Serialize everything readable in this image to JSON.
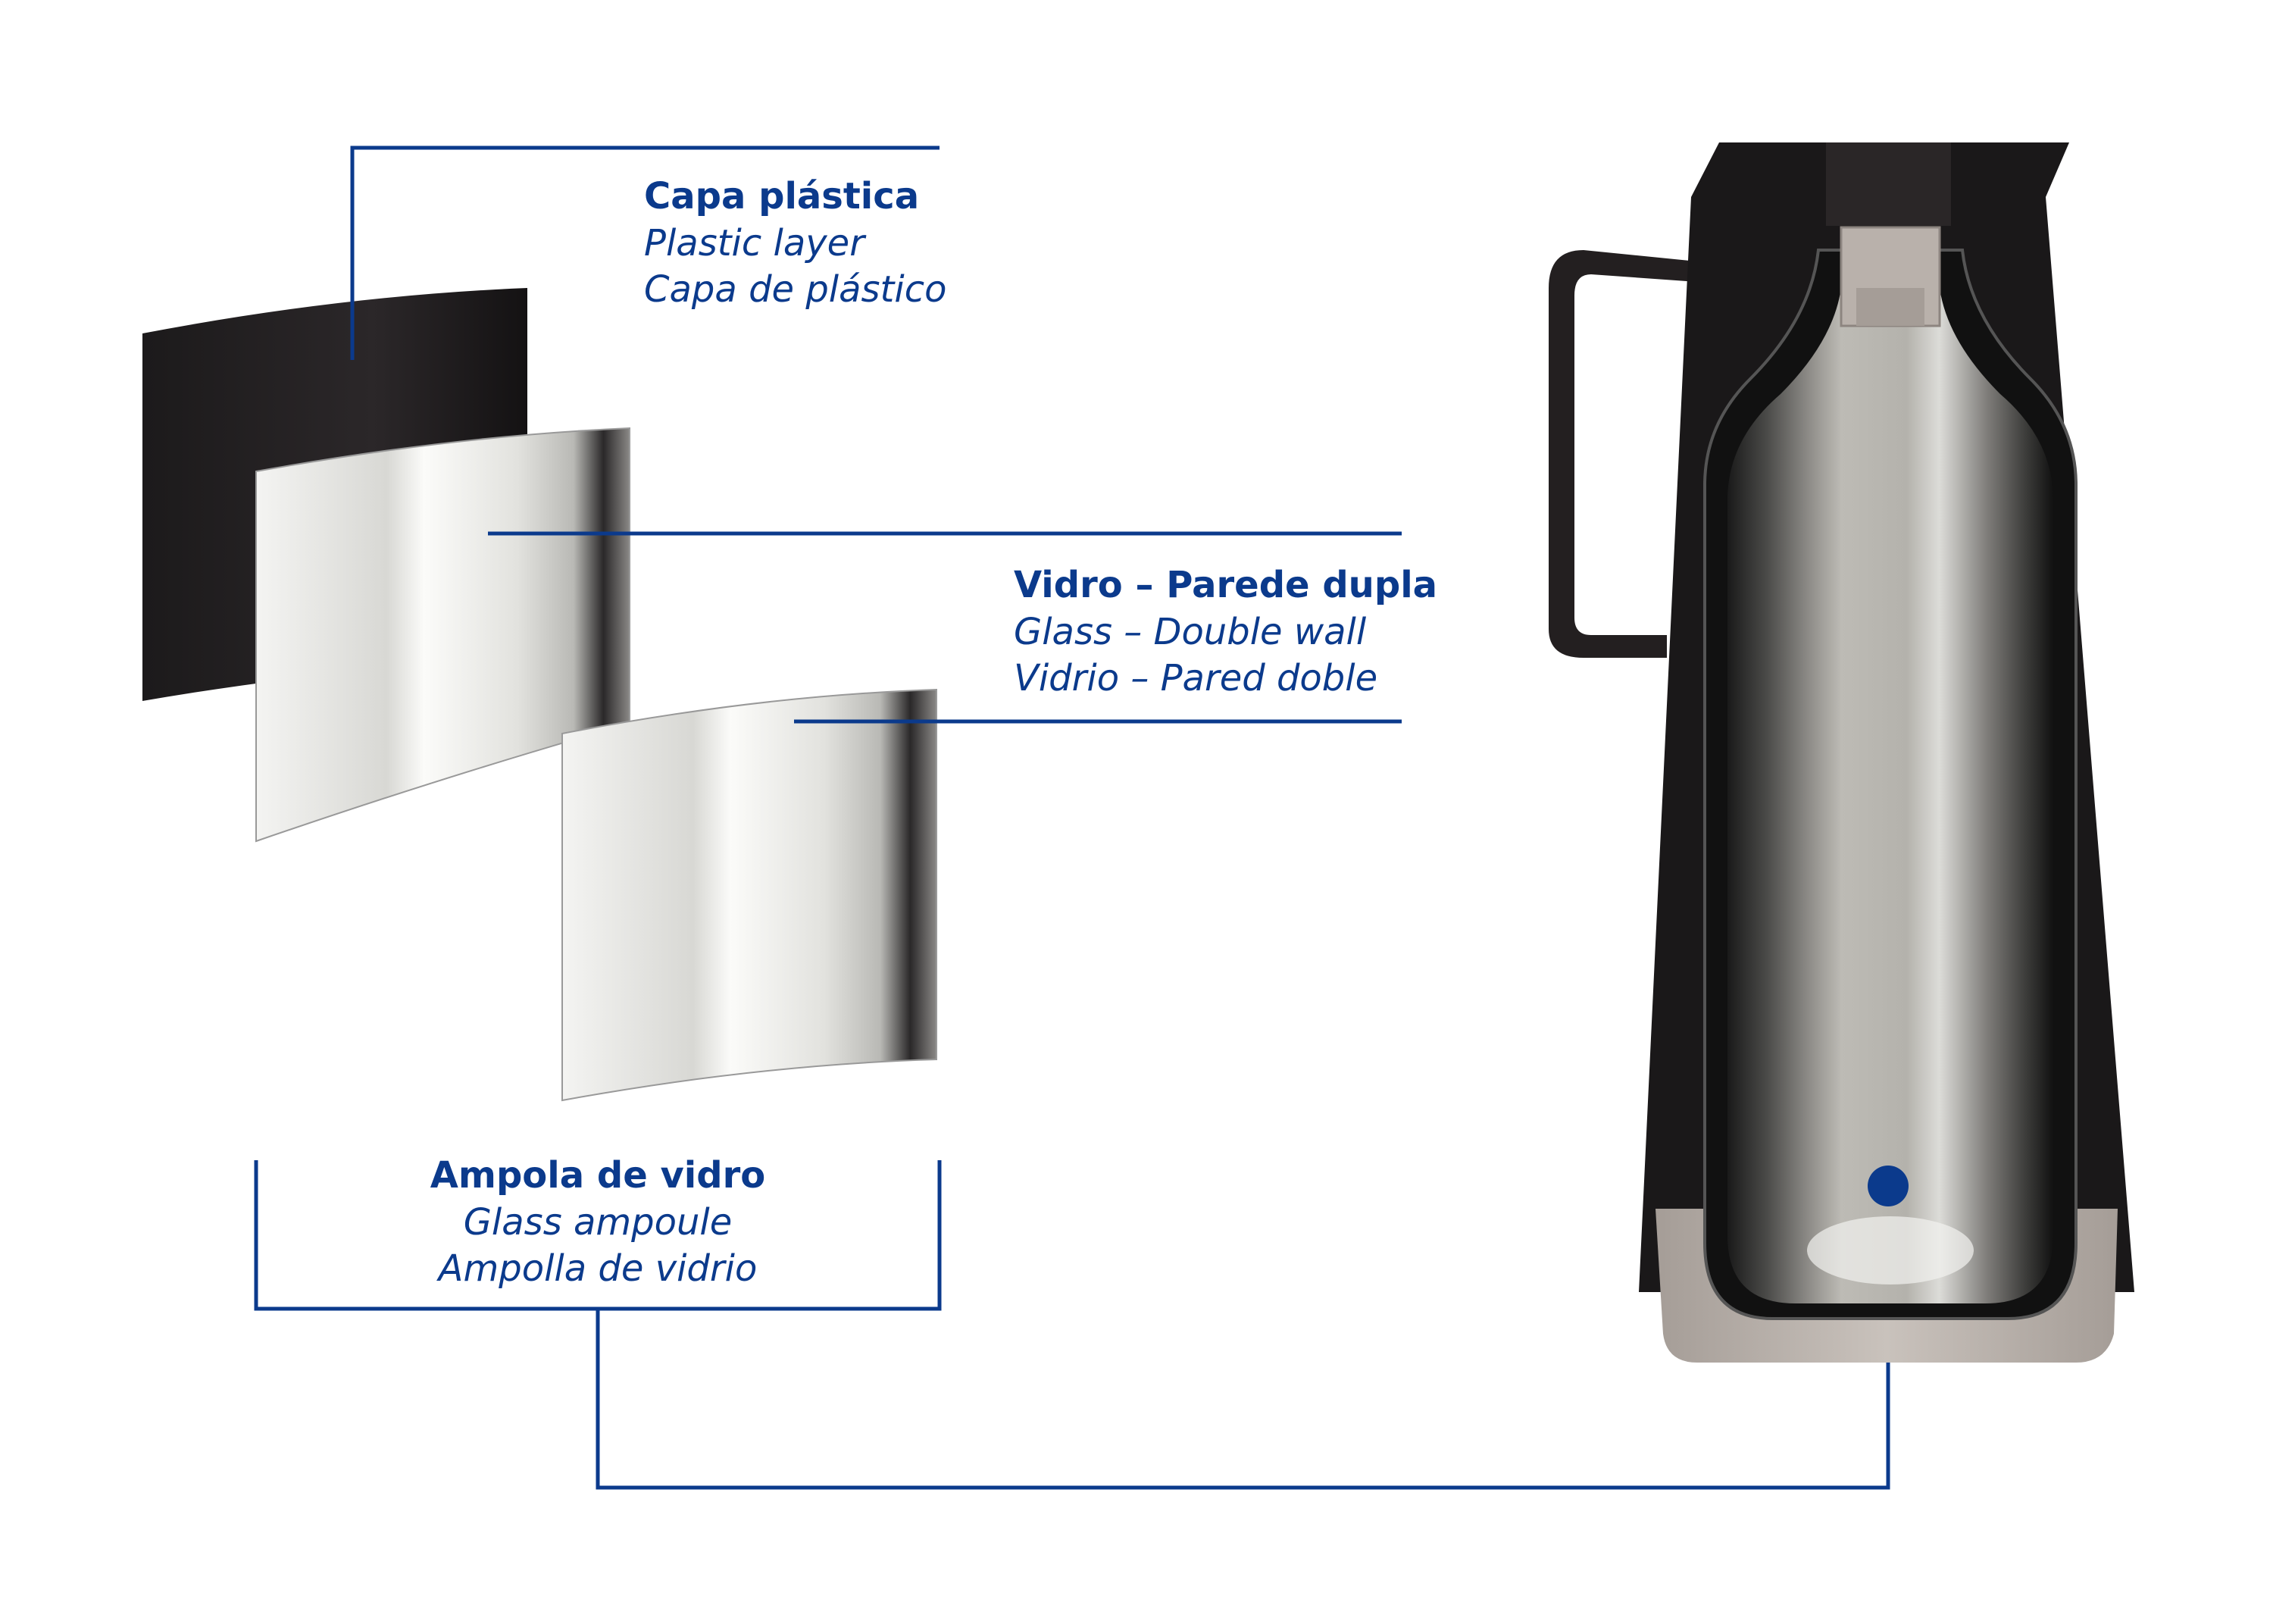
{
  "labels": {
    "plastic": {
      "pt": "Capa plástica",
      "en": "Plastic layer",
      "es": "Capa de plástico"
    },
    "glass": {
      "pt": "Vidro – Parede dupla",
      "en": "Glass – Double wall",
      "es": "Vidrio – Pared doble"
    },
    "ampoule": {
      "pt": "Ampola de vidro",
      "en": "Glass ampoule",
      "es": "Ampolla de vidrio"
    }
  },
  "colors": {
    "accent": "#0b3a8c",
    "plastic": "#231f20",
    "glass": "#b3b1ab"
  }
}
